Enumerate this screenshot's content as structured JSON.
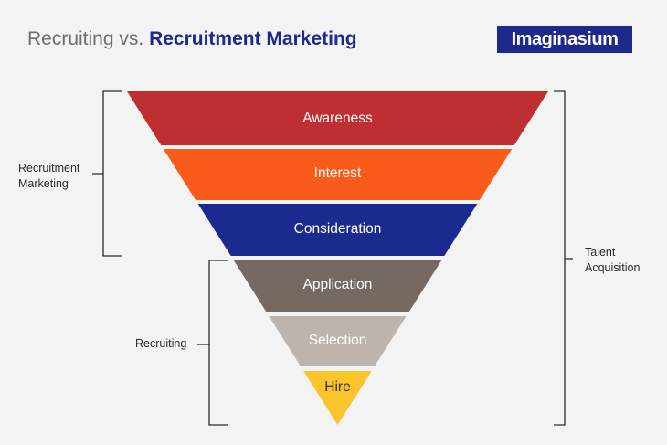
{
  "header": {
    "title_light": "Recruiting vs.",
    "title_bold": "Recruitment Marketing",
    "logo_text": "Imaginasium"
  },
  "funnel": {
    "stages": [
      {
        "label": "Awareness",
        "color": "#bf2f31",
        "text_color": "#ffffff"
      },
      {
        "label": "Interest",
        "color": "#fa5a1a",
        "text_color": "#ffffff"
      },
      {
        "label": "Consideration",
        "color": "#1b2a8e",
        "text_color": "#ffffff"
      },
      {
        "label": "Application",
        "color": "#756961",
        "text_color": "#ffffff"
      },
      {
        "label": "Selection",
        "color": "#bdb5ad",
        "text_color": "#ffffff"
      },
      {
        "label": "Hire",
        "color": "#fbc42a",
        "text_color": "#333333"
      }
    ]
  },
  "brackets": {
    "recruitment_marketing": {
      "line1": "Recruitment",
      "line2": "Marketing"
    },
    "recruiting": {
      "label": "Recruiting"
    },
    "talent_acquisition": {
      "line1": "Talent",
      "line2": "Acquisition"
    }
  },
  "colors": {
    "brand_navy": "#1d2a8c",
    "background": "#f3f3f4",
    "bracket_line": "#2b2b2b"
  }
}
